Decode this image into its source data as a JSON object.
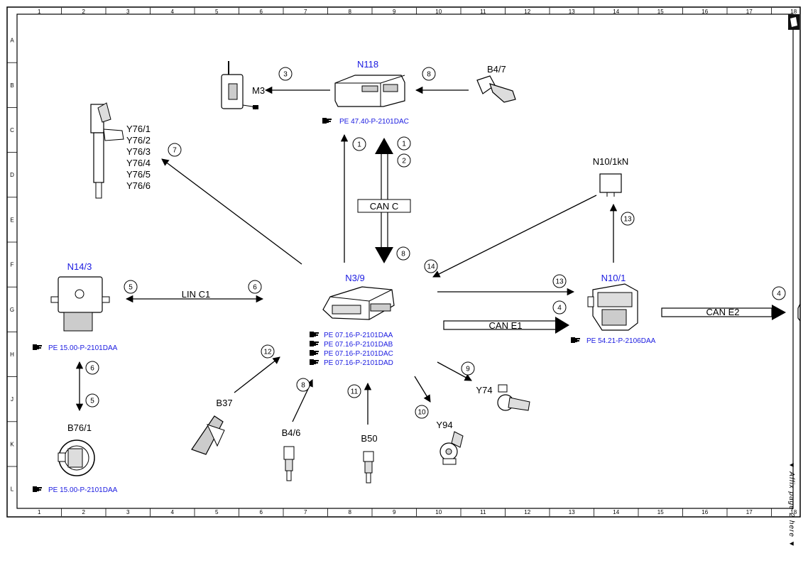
{
  "grid": {
    "columns": [
      "1",
      "2",
      "3",
      "4",
      "5",
      "6",
      "7",
      "8",
      "9",
      "10",
      "11",
      "12",
      "13",
      "14",
      "15",
      "16",
      "17",
      "18"
    ],
    "rows": [
      "A",
      "B",
      "C",
      "D",
      "E",
      "F",
      "G",
      "H",
      "J",
      "K",
      "L"
    ]
  },
  "components": {
    "n118": "N118",
    "m3": "M3",
    "b4_7": "B4/7",
    "y76": [
      "Y76/1",
      "Y76/2",
      "Y76/3",
      "Y76/4",
      "Y76/5",
      "Y76/6"
    ],
    "n10_1kn": "N10/1kN",
    "n14_3": "N14/3",
    "n3_9": "N3/9",
    "n10_1": "N10/1",
    "b76_1": "B76/1",
    "b37": "B37",
    "b4_6": "B4/6",
    "b50": "B50",
    "y94": "Y94",
    "y74": "Y74"
  },
  "buses": {
    "can_c": "CAN C",
    "lin_c1": "LIN C1",
    "can_e1": "CAN E1",
    "can_e2": "CAN E2"
  },
  "references": {
    "n118_ref": "PE 47.40-P-2101DAC",
    "n14_3_ref": "PE 15.00-P-2101DAA",
    "b76_1_ref": "PE 15.00-P-2101DAA",
    "n10_1_ref": "PE 54.21-P-2106DAA",
    "n3_9_refs": [
      "PE 07.16-P-2101DAA",
      "PE 07.16-P-2101DAB",
      "PE 07.16-P-2101DAC",
      "PE 07.16-P-2101DAD"
    ]
  },
  "callouts": {
    "c3": "3",
    "c8_top": "8",
    "c1_a": "1",
    "c1_b": "1",
    "c2": "2",
    "c7": "7",
    "c8_can": "8",
    "c13_up": "13",
    "c14": "14",
    "c5_lin": "5",
    "c6_lin": "6",
    "c13_right": "13",
    "c4_e1": "4",
    "c4_e2": "4",
    "c12": "12",
    "c6_v": "6",
    "c5_v": "5",
    "c8_b46": "8",
    "c11": "11",
    "c10": "10",
    "c9": "9"
  },
  "side_note": "▼ Affix page 2 here ▼"
}
